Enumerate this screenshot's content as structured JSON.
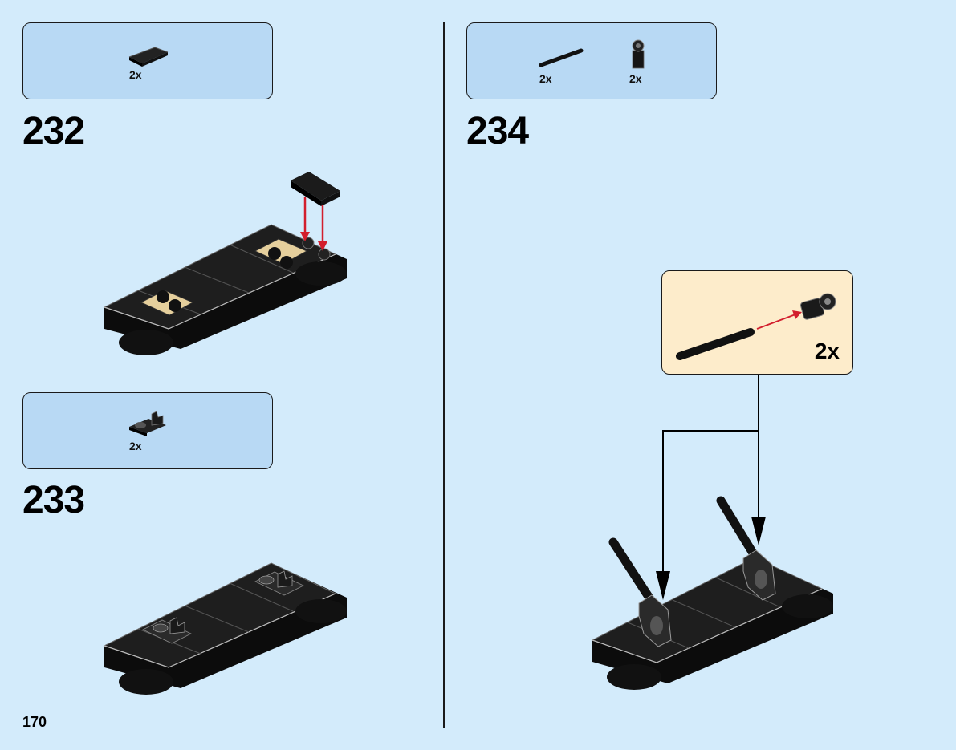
{
  "page_number": "170",
  "steps": [
    {
      "number": "232",
      "parts": [
        {
          "icon": "black-flat-tile-2x3",
          "qty": "2x"
        }
      ]
    },
    {
      "number": "233",
      "parts": [
        {
          "icon": "black-clip-plate",
          "qty": "2x"
        }
      ]
    },
    {
      "number": "234",
      "parts": [
        {
          "icon": "black-bar-rod",
          "qty": "2x"
        },
        {
          "icon": "black-bar-holder-clip",
          "qty": "2x"
        }
      ],
      "subassembly": {
        "qty": "2x"
      }
    }
  ]
}
